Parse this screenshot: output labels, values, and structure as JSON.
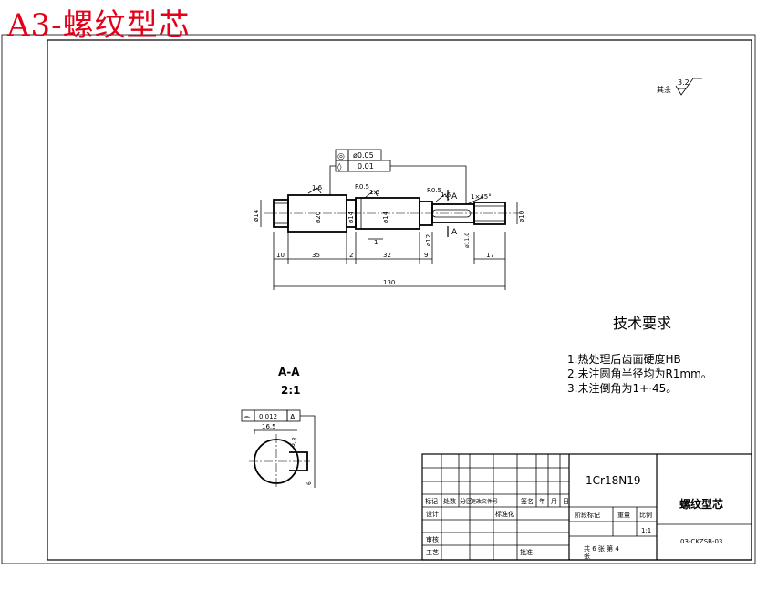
{
  "sheet_title": "A3-螺纹型芯",
  "roughness_note": {
    "label": "其余",
    "value": "3.2"
  },
  "geometric_tolerances": [
    {
      "symbol": "◎",
      "value": "ø0.05"
    },
    {
      "symbol": "◊",
      "value": "0.01"
    }
  ],
  "part_dimensions": {
    "diameters": [
      "ø14",
      "ø20",
      "ø14",
      "ø14",
      "ø12",
      "ø11.0",
      "ø10"
    ],
    "lengths": [
      "10",
      "35",
      "2",
      "32",
      "9",
      "17"
    ],
    "overall_length": "130",
    "radii": [
      "R0.5",
      "R0.5"
    ],
    "roughness": [
      "1.6",
      "1.6",
      "1.6"
    ],
    "chamfer": "1×45°",
    "section_mark": "A",
    "misc": "1"
  },
  "section_view": {
    "title": "A-A",
    "scale": "2:1",
    "tolerance_symbol": "⌯",
    "tolerance_value": "0.012",
    "datum": "A",
    "dims": [
      "16.5",
      "6.3",
      "6"
    ]
  },
  "technical_requirements": {
    "title": "技术要求",
    "items": [
      "1.热处理后齿面硬度HB",
      "2.未注圆角半径均为R1mm。",
      "3.未注倒角为1+·45。"
    ]
  },
  "title_block": {
    "material": "1Cr18N19",
    "part_name": "螺纹型芯",
    "drawing_number": "03-CKZSB-03",
    "header_cells": [
      "标记",
      "处数",
      "分区",
      "更改文件号",
      "签名",
      "年",
      "月",
      "日"
    ],
    "role_labels": [
      "设计",
      "审核",
      "工艺"
    ],
    "standardization": "标准化",
    "approval": "批准",
    "stage_label": "阶段标记",
    "weight_label": "重量",
    "scale_label": "比例",
    "scale_value": "1:1",
    "sheet_info": "共 6 张  第 4",
    "sheet_info_2": "张"
  }
}
